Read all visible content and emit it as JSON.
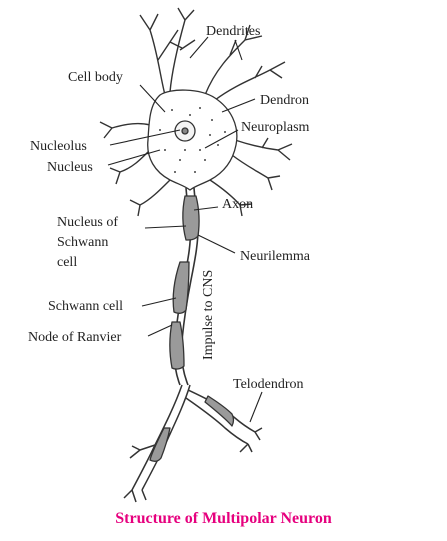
{
  "diagram": {
    "caption": "Structure of Multipolar Neuron",
    "caption_color": "#e6007e",
    "labels": {
      "dendrites": "Dendrites",
      "cell_body": "Cell body",
      "dendron": "Dendron",
      "neuroplasm": "Neuroplasm",
      "nucleolus": "Nucleolus",
      "nucleus": "Nucleus",
      "axon": "Axon",
      "nucleus_of_schwann_cell": [
        "Nucleus of",
        "Schwann",
        "cell"
      ],
      "neurilemma": "Neurilemma",
      "impulse": "Impulse to CNS",
      "schwann_cell": "Schwann cell",
      "node_of_ranvier": "Node of Ranvier",
      "telodendron": "Telodendron"
    }
  }
}
